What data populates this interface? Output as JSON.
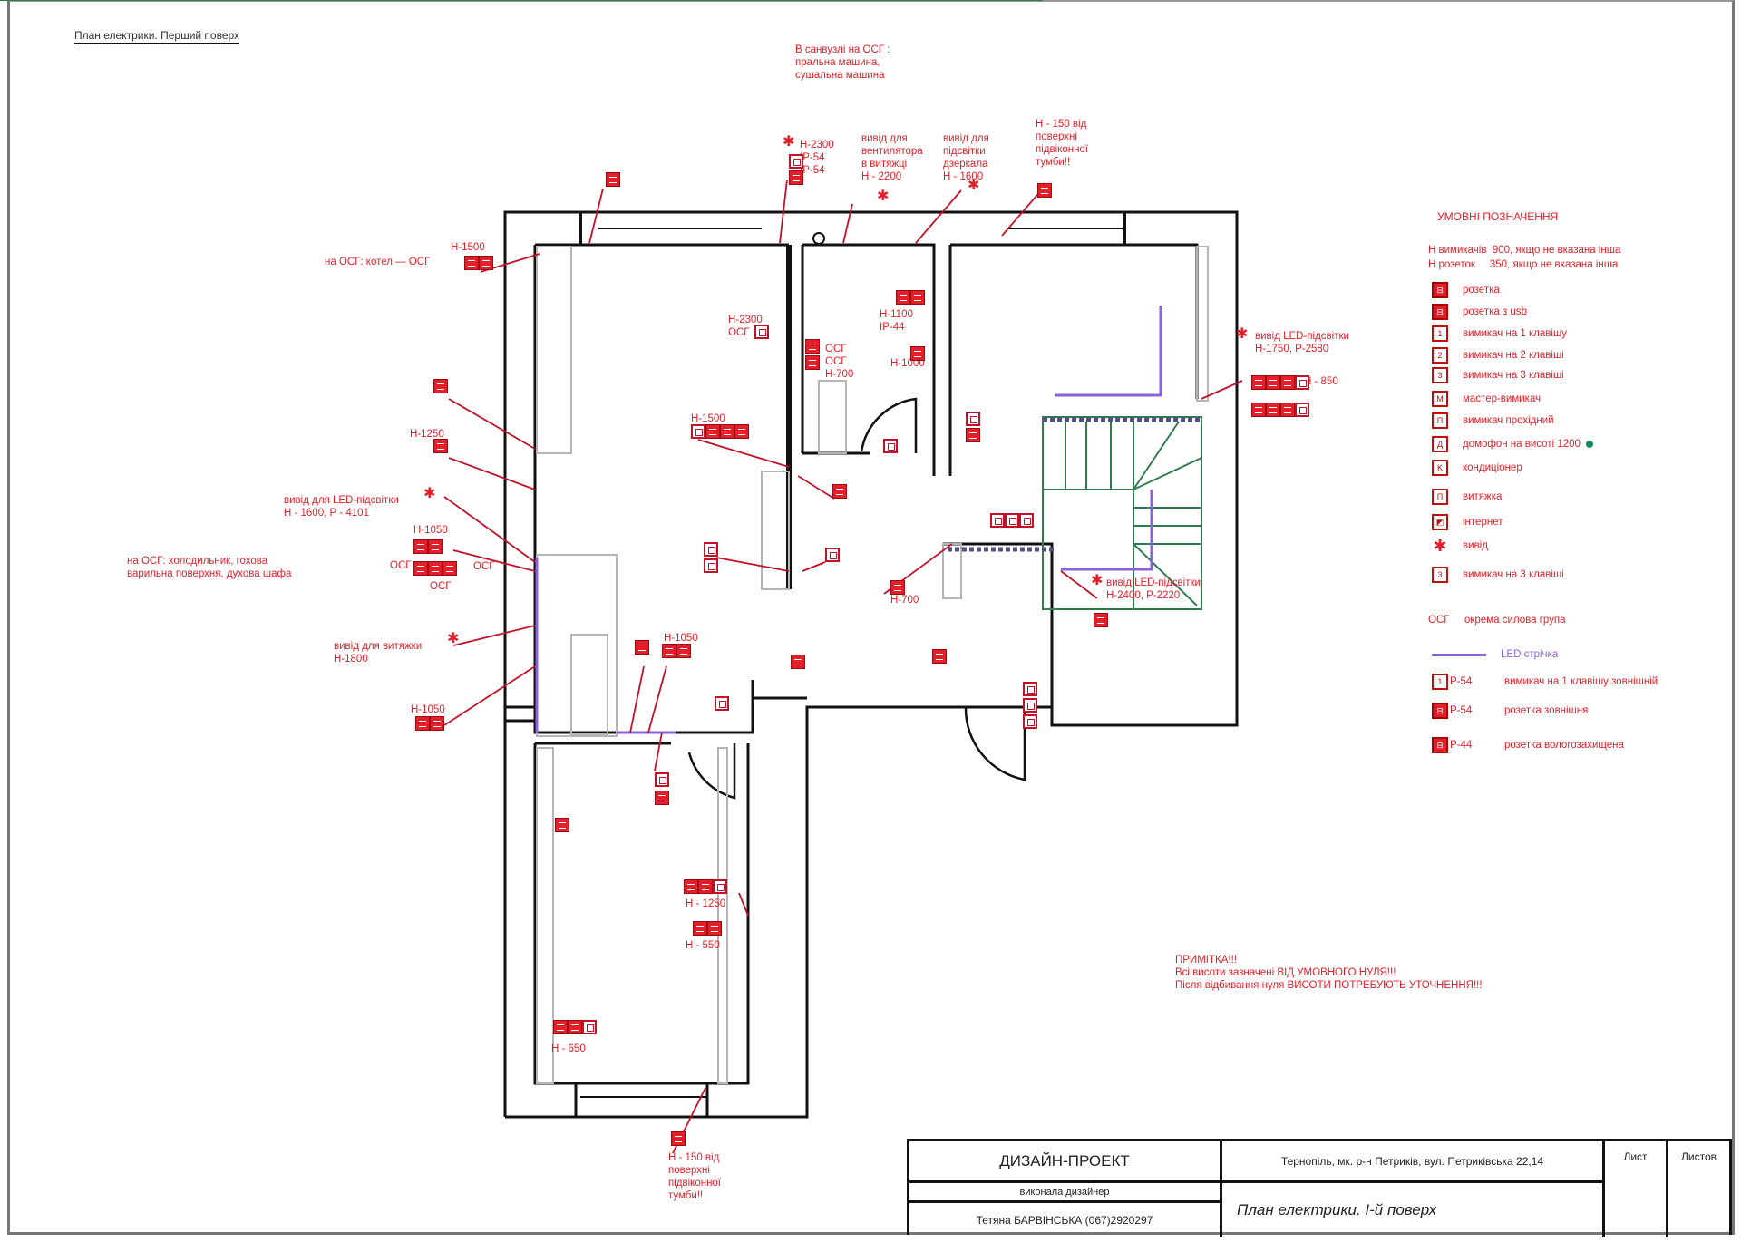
{
  "sheet": {
    "top_title": "План електрики. Перший поверх"
  },
  "annotations": {
    "bathroom_note": [
      "В санвузлі на ОСГ :",
      "пральна машина,",
      "сушальна машина"
    ],
    "h2300_ip": [
      "Н-2300",
      "IP-54",
      "IP-54"
    ],
    "fan_outlet": [
      "вивід для",
      "вентилятора",
      "в витяжці",
      "Н - 2200"
    ],
    "mirror_light": [
      "вивід для",
      "підсвітки",
      "дзеркала",
      "Н - 1600"
    ],
    "towel_top": [
      "Н - 150 від",
      "поверхні",
      "підвіконної",
      "тумби!!"
    ],
    "boiler": [
      "Н-1500",
      "на ОСГ: котел — ОСГ"
    ],
    "h1250": "Н-1250",
    "led_left": [
      "вивід для LED-підсвітки",
      "Н - 1600, Р - 4101"
    ],
    "h1050_a": "Н-1050",
    "fridge_note": [
      "на ОСГ: холодильник, гохова",
      "варильна поверхня, духова шафа"
    ],
    "osg": "ОСГ",
    "hood": [
      "вивід для витяжки",
      "Н-1800"
    ],
    "h1050_b": "Н-1050",
    "h2300_osg": [
      "Н-2300",
      "ОСГ"
    ],
    "h1100_ip44": [
      "Н-1100",
      "IP-44"
    ],
    "h1000": "Н-1000",
    "osg_pair": [
      "ОСГ",
      "ОСГ",
      "Н-700"
    ],
    "h1500": "Н-1500",
    "h700": "Н-700",
    "led_right_top": [
      "вивід LED-підсвітки",
      "Н-1750, Р-2580"
    ],
    "h850": "Н - 850",
    "led_stairs": [
      "вивід LED-підсвітки",
      "Н-2400, Р-2220"
    ],
    "h1050_c": "Н-1050",
    "h1250_b": "Н - 1250",
    "h550": "Н - 550",
    "h650": "Н - 650",
    "towel_bottom": [
      "Н - 150 від",
      "поверхні",
      "підвіконної",
      "тумби!!"
    ]
  },
  "legend": {
    "title": "УМОВНІ ПОЗНАЧЕННЯ",
    "notes": [
      "Н вимикачів  900, якщо не вказана інша",
      "Н розеток     350, якщо не вказана інша"
    ],
    "items": [
      {
        "icon": "socket-icon",
        "glyph": "⊟",
        "label": "розетка"
      },
      {
        "icon": "usb-socket-icon",
        "glyph": "⊟",
        "label": "розетка з usb"
      },
      {
        "icon": "switch-1-icon",
        "glyph": "1",
        "label": "вимикач на 1 клавішу"
      },
      {
        "icon": "switch-2-icon",
        "glyph": "2",
        "label": "вимикач на 2 клавіші"
      },
      {
        "icon": "switch-3-icon",
        "glyph": "3",
        "label": "вимикач на 3 клавіші"
      },
      {
        "icon": "master-switch-icon",
        "glyph": "M",
        "label": "мастер-вимикач"
      },
      {
        "icon": "pass-switch-icon",
        "glyph": "П",
        "label": "вимикач прохідний"
      },
      {
        "icon": "intercom-icon",
        "glyph": "Д",
        "label": "домофон на висоті 1200"
      },
      {
        "icon": "ac-icon",
        "glyph": "K",
        "label": "кондиціонер"
      },
      {
        "icon": "hood-icon",
        "glyph": "П",
        "label": "витяжка"
      },
      {
        "icon": "internet-icon",
        "glyph": "◩",
        "label": "інтернет"
      },
      {
        "icon": "outlet-point-icon",
        "glyph": "✱",
        "label": "вивід"
      },
      {
        "icon": "switch-3b-icon",
        "glyph": "3",
        "label": "вимикач на 3 клавіші"
      }
    ],
    "osg_code": "ОСГ",
    "osg_label": "окрема силова група",
    "led_label": "LED стрічка",
    "ip_items": [
      {
        "icon": "outdoor-switch-icon",
        "glyph": "1",
        "code": "Р-54",
        "label": "вимикач на 1 клавішу зовнішній"
      },
      {
        "icon": "outdoor-socket-icon",
        "glyph": "⊟",
        "code": "Р-54",
        "label": "розетка зовнішня"
      },
      {
        "icon": "moisture-socket-icon",
        "glyph": "⊟",
        "code": "Р-44",
        "label": "розетка вологозахищена"
      }
    ]
  },
  "remark": [
    "ПРИМІТКА!!!",
    "Всі висоти зазначені ВІД УМОВНОГО НУЛЯ!!!",
    "Після відбивання нуля ВИСОТИ ПОТРЕБУЮТЬ УТОЧНЕННЯ!!!"
  ],
  "stamp": {
    "project": "ДИЗАЙН-ПРОЕКТ",
    "address": "Тернопіль, мк. р-н Петриків, вул. Петриківська 22,14",
    "sheet_label": "Лист",
    "sheets_label": "Листов",
    "designer_role": "виконала дизайнер",
    "designer": "Тетяна БАРВІНСЬКА  (067)2920297",
    "drawing_title": "План електрики. І-й поверх"
  },
  "colors": {
    "annotation": "#e3202a",
    "wall": "#111111",
    "furniture": "#b5b5b5",
    "led": "#8a63d9",
    "stairs": "#2e7d4f",
    "intercom_dot": "#128a6a"
  }
}
